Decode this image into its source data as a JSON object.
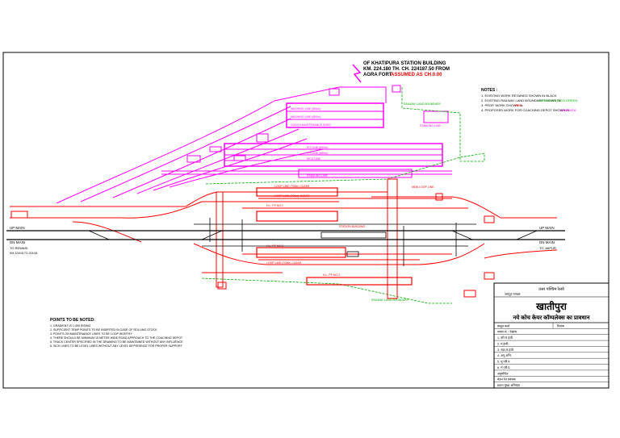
{
  "drawing": {
    "header": {
      "line1": "OF KHATIPURA STATION BUILDING",
      "line2": "KM. 224.180 TH. CH. 224187.50 FROM",
      "line3_prefix": "AGRA FORT",
      "line3_highlight": "ASSUMED AS CH.0.00"
    },
    "notes": {
      "title": "NOTES :",
      "items": [
        "1.  EXISTING WORK RETAINED SHOWN IN BLACK",
        "2.  EXISTING RAILWAY LAND BOUNDARY SHOWN IN",
        "3.  PROP. WORK SHOWN IN",
        "4.  PROPOSED WORK FOR COACHING DEPOT SHOWN IN"
      ],
      "item2_color_word": "GREEN DOTTED GREEN",
      "item3_color_word": "RED",
      "item4_color_word": "MAGENTA"
    },
    "points_to_be_noted": {
      "title": "POINTS TO BE NOTED:",
      "items": [
        "1.  GRADIENT IS 1:400 RISING",
        "2.  SUFFICIENT TEMP POINTS TO BE INSERTED IN CASE OF ROLLING STOCK",
        "3.  POINTS ON MAINTENANCE LINES TO BE LOOP WORTHY",
        "4.  THERE SHOULD BE MINIMUM 15 METER WIDE ROAD APPROACH TO THE COACHING DEPOT",
        "5.  TRACK CENTER SPECIFIED IN THE DRAWING TO BE MAINTAINED WITHOUT ANY INFLUENCE",
        "6.  SICK LINES TO BE LEVEL LINES WITHOUT ANY LEVEL DIFFERENCE FOR PROPER SUPPORT"
      ]
    },
    "line_labels": {
      "up_main_left": "UP MAIN",
      "dn_main_left": "DN MAIN",
      "to_rewari": "TO REWARI",
      "to_rewari_km": "KM 224/18 TO 224/18",
      "up_main_right": "UP MAIN",
      "dn_main_right": "DN MAIN",
      "to_jaipur": "TO JAIPUR",
      "railway_land_boundary_top": "RAILWAY LAND BOUNDARY",
      "railway_land_boundary_bottom": "RAILWAY LAND BOUNDARY",
      "pit_line_1": "PIT LINE (600m)",
      "pit_line_2": "PIT LINE (600m)",
      "sick_line": "SICK LINE",
      "washing_line_1": "WASHING LINE (600m)",
      "washing_line_2": "WASHING LINE (600m)",
      "loop_line_1": "LOOP LINE (700m) CLEAR",
      "loop_line_2": "LOOP LINE (700m) CLEAR",
      "loop_line_3": "LOOP LINE (700m) CLEAR",
      "hl_pf_1": "H.L. PF NO.1",
      "hl_pf_2": "H.L. PF NO.2",
      "hl_pf_3": "H.L. PF NO.3",
      "station_building": "STATION BUILDING",
      "coach_maint": "COACH MAINTENANCE SHED",
      "stabling_line": "STABLING LINE",
      "new_loop": "NEW LOOP LINE"
    },
    "title_block": {
      "org_line1": "उत्तर पश्चिम रेलवे",
      "org_line2": "जयपुर मण्डल",
      "station_name": "खातीपुरा",
      "project_title": "नये कोच केयर कॉम्पलेक्स का प्रावधान",
      "rows": [
        [
          "प्रस्तुत कर्ता",
          "दिनांक"
        ],
        [
          "नक्शा सं. / रेखांक",
          ""
        ],
        [
          "1. वरि.मं.इंजी.",
          ""
        ],
        [
          "2. मं.इंजी.",
          ""
        ],
        [
          "3. सहा.मं.इंजी.",
          ""
        ],
        [
          "4. अनु.अभि.",
          ""
        ],
        [
          "5. मु.परि.प्र.",
          ""
        ],
        [
          "6. मं.परि.प्र.",
          ""
        ],
        [
          "अनुमोदित",
          ""
        ],
        [
          "मंडल रेल प्रबंधक",
          ""
        ],
        [
          "प्रधान मुख्य अभियंता",
          ""
        ]
      ]
    },
    "colors": {
      "existing": "#000000",
      "proposed": "#ff0000",
      "coaching_depot": "#ff00ff",
      "boundary": "#00aa00",
      "sheet_border": "#000000"
    }
  }
}
